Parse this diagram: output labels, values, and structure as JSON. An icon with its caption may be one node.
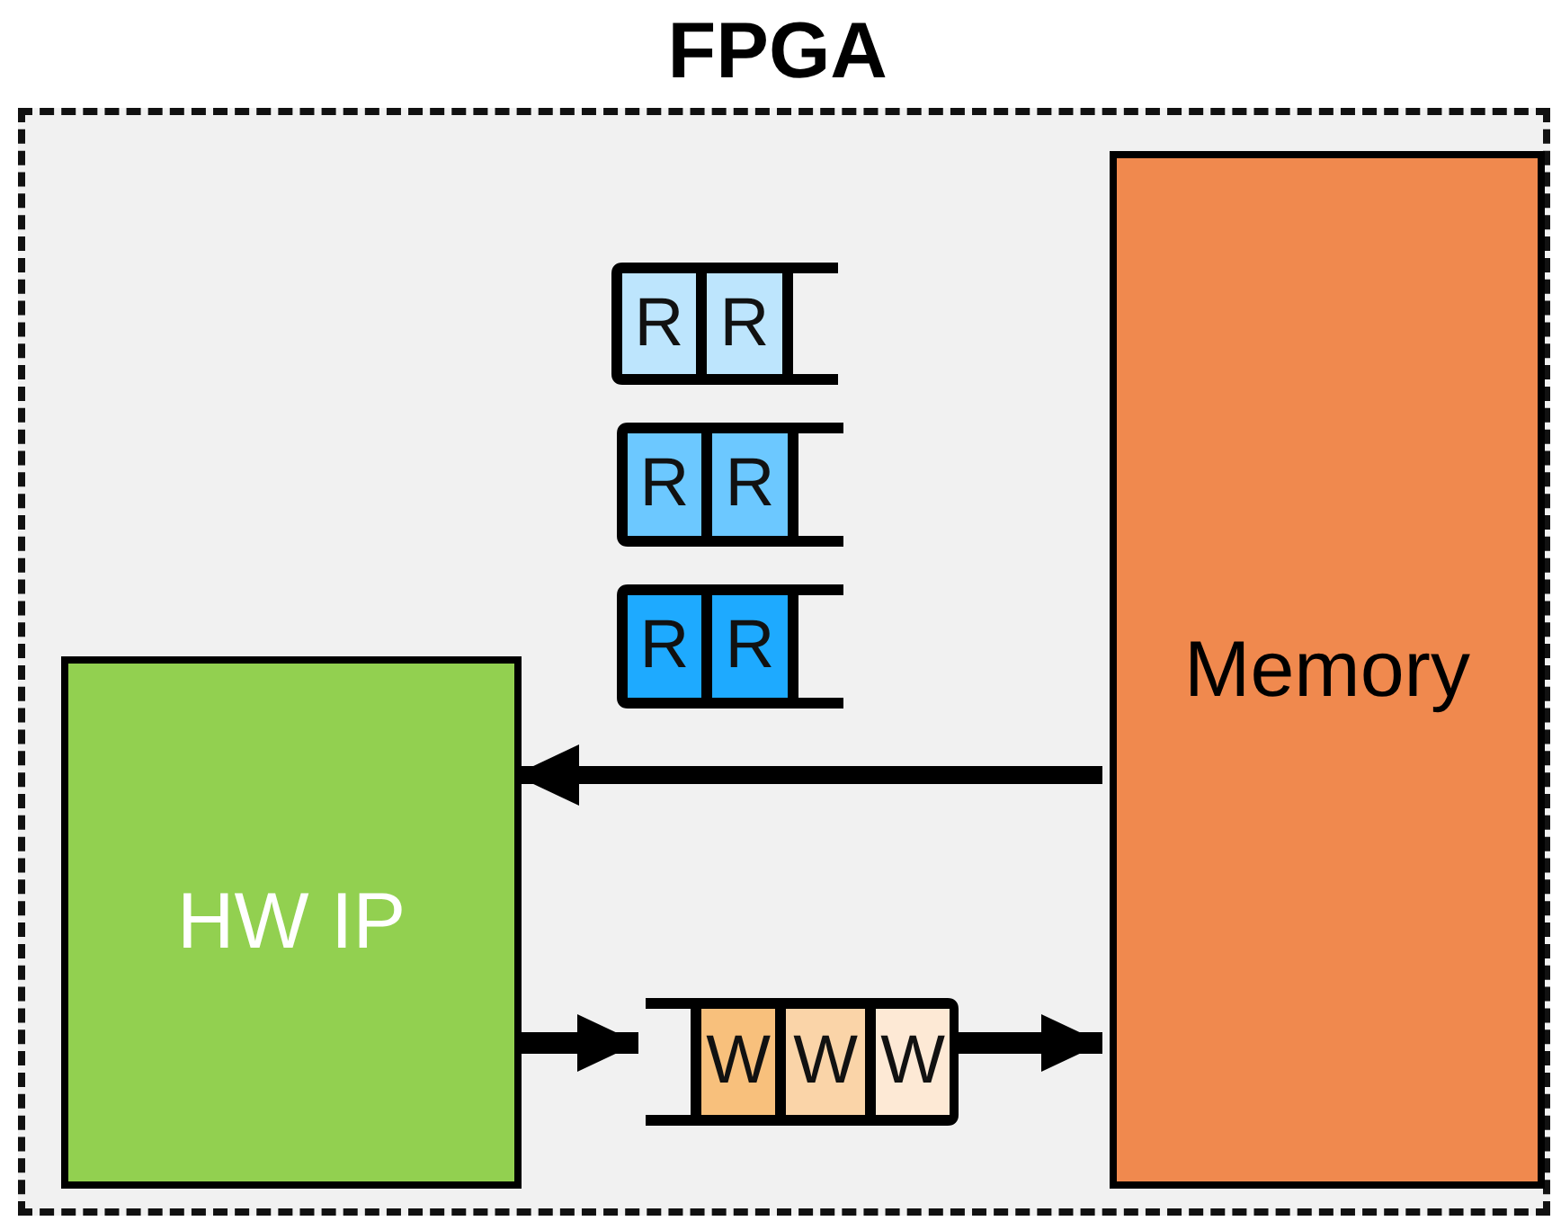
{
  "diagram": {
    "nodes": [
      {
        "text": [
          "FPGA"
        ]
      },
      {
        "text": [],
        "shape": "box",
        "in": 0
      },
      {
        "text": [
          "R"
        ],
        "in": 1
      },
      {
        "text": [
          "R"
        ],
        "in": 1
      },
      {
        "text": [],
        "shape": "box",
        "in": 0
      },
      {
        "text": [
          "R"
        ],
        "in": 4
      },
      {
        "text": [
          "R"
        ],
        "in": 4
      },
      {
        "text": [],
        "shape": "box",
        "in": 0
      },
      {
        "text": [
          "R"
        ],
        "in": 7
      },
      {
        "text": [
          "R"
        ],
        "in": 7
      },
      {
        "text": [
          "Memory"
        ],
        "in": 0
      },
      {
        "text": [
          "HW IP"
        ],
        "in": 0
      },
      {
        "text": [],
        "shape": "box",
        "in": 0
      },
      {
        "text": [
          "W"
        ],
        "in": 12
      },
      {
        "text": [
          "W"
        ],
        "in": 12
      },
      {
        "text": [
          "W"
        ],
        "in": 12
      }
    ],
    "edges": [
      {
        "from": 10,
        "to": 11,
        "arrow": "to"
      },
      {
        "from": 11,
        "to": 12,
        "arrow": "to"
      },
      {
        "from": 12,
        "to": 10,
        "arrow": "to"
      }
    ]
  }
}
